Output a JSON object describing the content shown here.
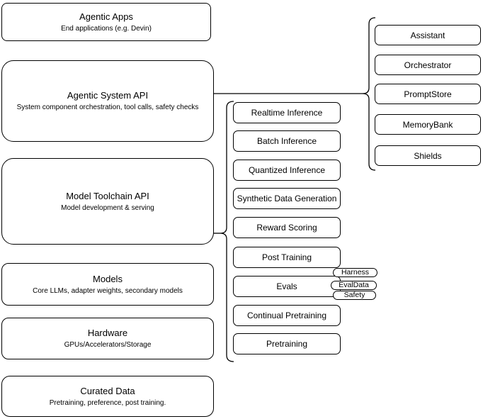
{
  "diagram": {
    "left_stack": [
      {
        "title": "Agentic Apps",
        "subtitle": "End applications (e.g. Devin)"
      },
      {
        "title": "Agentic System API",
        "subtitle": "System component orchestration, tool calls, safety checks"
      },
      {
        "title": "Model Toolchain API",
        "subtitle": "Model development & serving"
      },
      {
        "title": "Models",
        "subtitle": "Core LLMs, adapter weights, secondary models"
      },
      {
        "title": "Hardware",
        "subtitle": "GPUs/Accelerators/Storage"
      },
      {
        "title": "Curated Data",
        "subtitle": "Pretraining, preference, post training."
      }
    ],
    "toolchain_items": [
      "Realtime Inference",
      "Batch Inference",
      "Quantized Inference",
      "Synthetic Data Generation",
      "Reward Scoring",
      "Post Training",
      "Evals",
      "Continual Pretraining",
      "Pretraining"
    ],
    "evals_tags": [
      "Harness",
      "EvalData",
      "Safety"
    ],
    "system_components": [
      "Assistant",
      "Orchestrator",
      "PromptStore",
      "MemoryBank",
      "Shields"
    ],
    "colors": {
      "stroke": "#000000",
      "fill": "#ffffff",
      "background": "#ffffff"
    }
  }
}
